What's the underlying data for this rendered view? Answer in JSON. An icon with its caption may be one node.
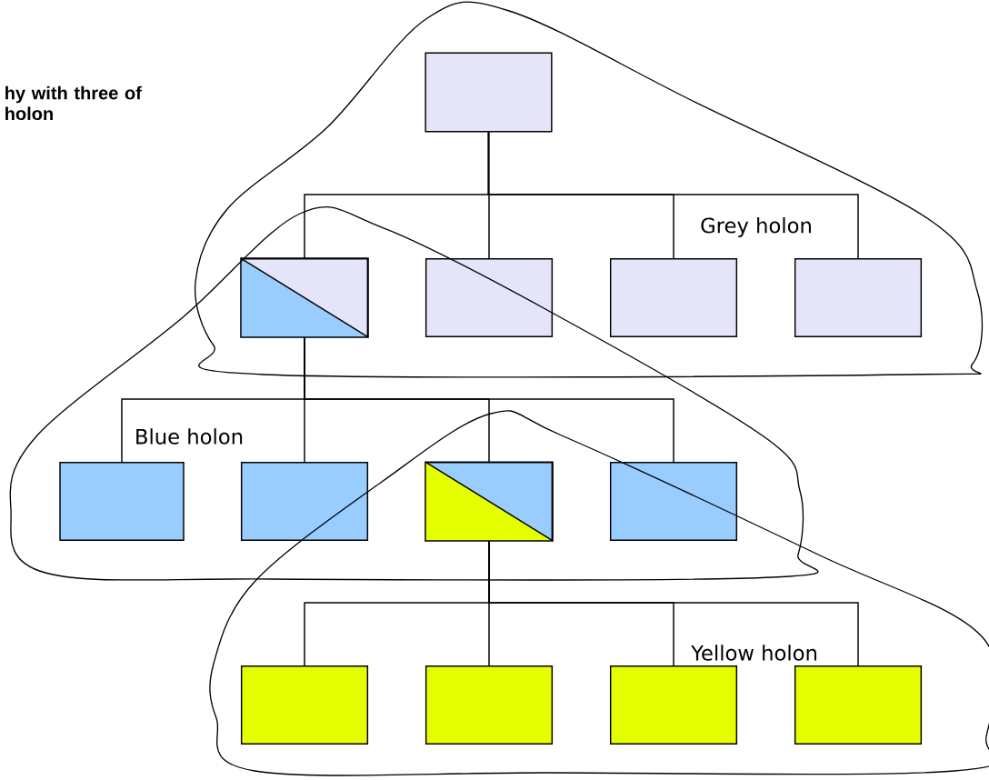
{
  "diagram": {
    "title": "hy with three of holon",
    "nodes": [
      {
        "text": [
          "Grey holon"
        ]
      },
      {
        "text": [],
        "shape": "box",
        "in": 0
      },
      {
        "text": [],
        "shape": "box"
      },
      {
        "text": [],
        "shape": "box"
      },
      {
        "text": [],
        "shape": "box",
        "in": 0
      },
      {
        "text": [],
        "shape": "box",
        "in": 0
      },
      {
        "text": [
          "Blue holon"
        ]
      },
      {
        "text": [],
        "shape": "box",
        "in": 6
      },
      {
        "text": [],
        "shape": "box",
        "in": 6
      },
      {
        "text": [],
        "shape": "box"
      },
      {
        "text": [],
        "shape": "box"
      },
      {
        "text": [
          "Yellow holon"
        ]
      },
      {
        "text": [],
        "shape": "box",
        "in": 11
      },
      {
        "text": [],
        "shape": "box",
        "in": 11
      },
      {
        "text": [],
        "shape": "box",
        "in": 11
      },
      {
        "text": [],
        "shape": "box",
        "in": 11
      }
    ],
    "edges": [
      {
        "from": 1,
        "to": 2,
        "arrow": "none"
      },
      {
        "from": 1,
        "to": 3,
        "arrow": "none"
      },
      {
        "from": 1,
        "to": 4,
        "arrow": "none"
      },
      {
        "from": 1,
        "to": 5,
        "arrow": "none"
      },
      {
        "from": 2,
        "to": 7,
        "arrow": "none"
      },
      {
        "from": 2,
        "to": 8,
        "arrow": "none"
      },
      {
        "from": 2,
        "to": 9,
        "arrow": "none"
      },
      {
        "from": 2,
        "to": 10,
        "arrow": "none"
      },
      {
        "from": 9,
        "to": 12,
        "arrow": "none"
      },
      {
        "from": 9,
        "to": 13,
        "arrow": "none"
      },
      {
        "from": 9,
        "to": 14,
        "arrow": "none"
      },
      {
        "from": 9,
        "to": 15,
        "arrow": "none"
      }
    ]
  }
}
